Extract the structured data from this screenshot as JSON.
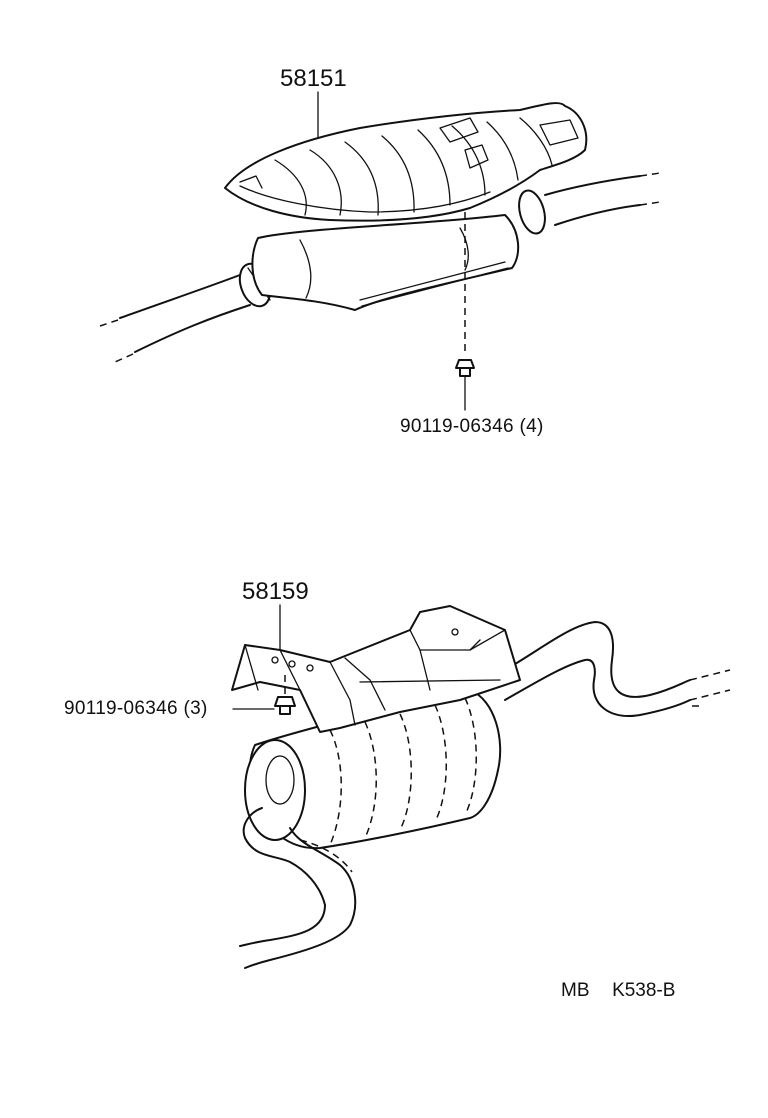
{
  "upper_assembly": {
    "part_label": "58151",
    "bolt_label": "90119-06346 (4)"
  },
  "lower_assembly": {
    "part_label": "58159",
    "bolt_label": "90119-06346 (3)"
  },
  "footer": {
    "code_prefix": "MB",
    "code": "K538-B"
  }
}
